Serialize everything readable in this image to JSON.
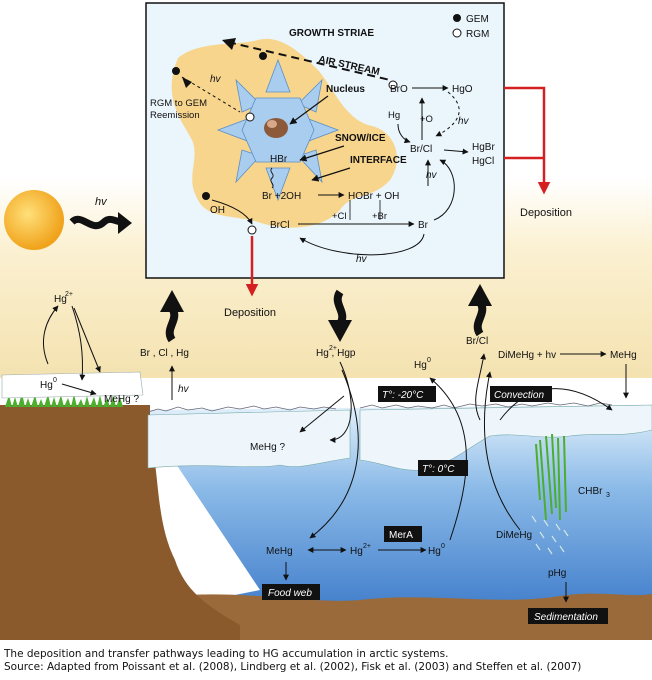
{
  "inset": {
    "legend": {
      "gem": "GEM",
      "rgm": "RGM"
    },
    "growth_striae": "GROWTH STRIAE",
    "air_stream": "AIR STREAM",
    "hv": "hv",
    "nucleus": "Nucleus",
    "rgm_to_gem_1": "RGM to GEM",
    "rgm_to_gem_2": "Reemission",
    "snow_ice_1": "SNOW/ICE",
    "snow_ice_2": "INTERFACE",
    "hbr": "HBr",
    "br_2oh": "Br +2OH",
    "hobr_oh": "HOBr + OH",
    "oh": "OH",
    "brcl": "BrCl",
    "cl_minus": "+Cl",
    "br_minus": "+Br",
    "br2": "Br",
    "bro": "BrO",
    "hgo": "HgO",
    "hg0": "Hg",
    "plus_o3": "+O",
    "br_cl": "Br/Cl",
    "hgbr2": "HgBr",
    "hgcl2": "HgCl"
  },
  "main": {
    "hv_sun": "hv",
    "deposition_right": "Deposition",
    "deposition_center": "Deposition",
    "hg2_left": "Hg",
    "hg0_left": "Hg",
    "mehg_q_left": "MeHg ?",
    "br2_cl2_hg0": "Br , Cl , Hg",
    "hv_left": "hv",
    "hg2_hgp": "Hg , Hgp",
    "mehg_q_ice": "MeHg ?",
    "hg0_right": "Hg",
    "br_cl_right": "Br/Cl",
    "dimehg_hv": "DiMeHg + hv",
    "mehg_right": "MeHg",
    "temp_cold": "T°: -20°C",
    "temp_zero": "T°: 0°C",
    "convection": "Convection",
    "mehg_water": "MeHg",
    "hg2_water": "Hg",
    "merA": "MerA",
    "hg0_water": "Hg",
    "dimehg_water": "DiMeHg",
    "chbr3": "CHBr",
    "food_web": "Food web",
    "phg": "pHg",
    "sedimentation": "Sedimentation"
  },
  "caption": {
    "line1": "The deposition and transfer pathways leading to HG accumulation in arctic systems.",
    "line2": "Source: Adapted from Poissant et al. (2008), Lindberg et al. (2002), Fisk et al. (2003) and Steffen et al. (2007)"
  },
  "colors": {
    "sky": "#f6e7bd",
    "water": "#3a7fd1",
    "land": "#8a5a2c",
    "inset_bg": "#eaf5fc",
    "snow_region": "#f7d58c",
    "crystal": "#a9cdef",
    "deposition_arrow": "#d42020",
    "grass": "#4cae2f",
    "sun": "#f3b428"
  }
}
